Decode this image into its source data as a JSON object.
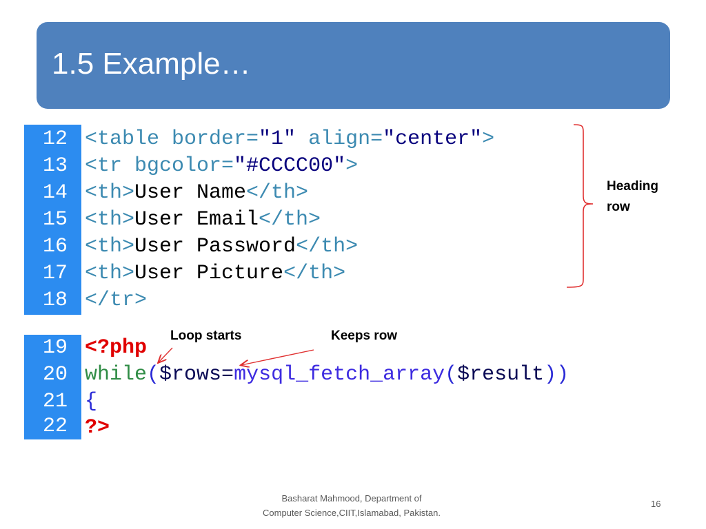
{
  "slide": {
    "title": "1.5 Example…",
    "page_number": "16",
    "footer_line1": "Basharat Mahmood, Department of",
    "footer_line2": "Computer Science,CIIT,Islamabad, Pakistan."
  },
  "code_block_1": {
    "line_numbers": [
      "12",
      "13",
      "14",
      "15",
      "16",
      "17",
      "18"
    ],
    "lines": [
      {
        "t1": "<table border=",
        "s1": "\"1\"",
        "t2": " align=",
        "s2": "\"center\"",
        "t3": ">"
      },
      {
        "t1": "<tr bgcolor=",
        "s1": "\"#CCCC00\"",
        "t2": ">"
      },
      {
        "t1": "<th>",
        "x": "User Name",
        "t2": "</th>"
      },
      {
        "t1": "<th>",
        "x": "User Email",
        "t2": "</th>"
      },
      {
        "t1": "<th>",
        "x": "User Password",
        "t2": "</th>"
      },
      {
        "t1": "<th>",
        "x": "User Picture",
        "t2": "</th>"
      },
      {
        "t1": "</tr>"
      }
    ]
  },
  "code_block_2": {
    "line_numbers": [
      "19",
      "20",
      "21",
      "22"
    ],
    "php_open": "<?php",
    "while_kw": "while",
    "paren_open": "(",
    "var_rows": "$rows",
    "eq": "=",
    "func": "mysql_fetch_array",
    "var_result": "$result",
    "paren_close": "))",
    "brace": "{",
    "php_close": "?>"
  },
  "annotations": {
    "heading_row_line1": "Heading",
    "heading_row_line2": "row",
    "loop_starts": "Loop starts",
    "keeps_row": "Keeps row"
  },
  "colors": {
    "title_bar": "#4f81bd",
    "gutter": "#2c8cf0",
    "bracket": "#e03030"
  }
}
